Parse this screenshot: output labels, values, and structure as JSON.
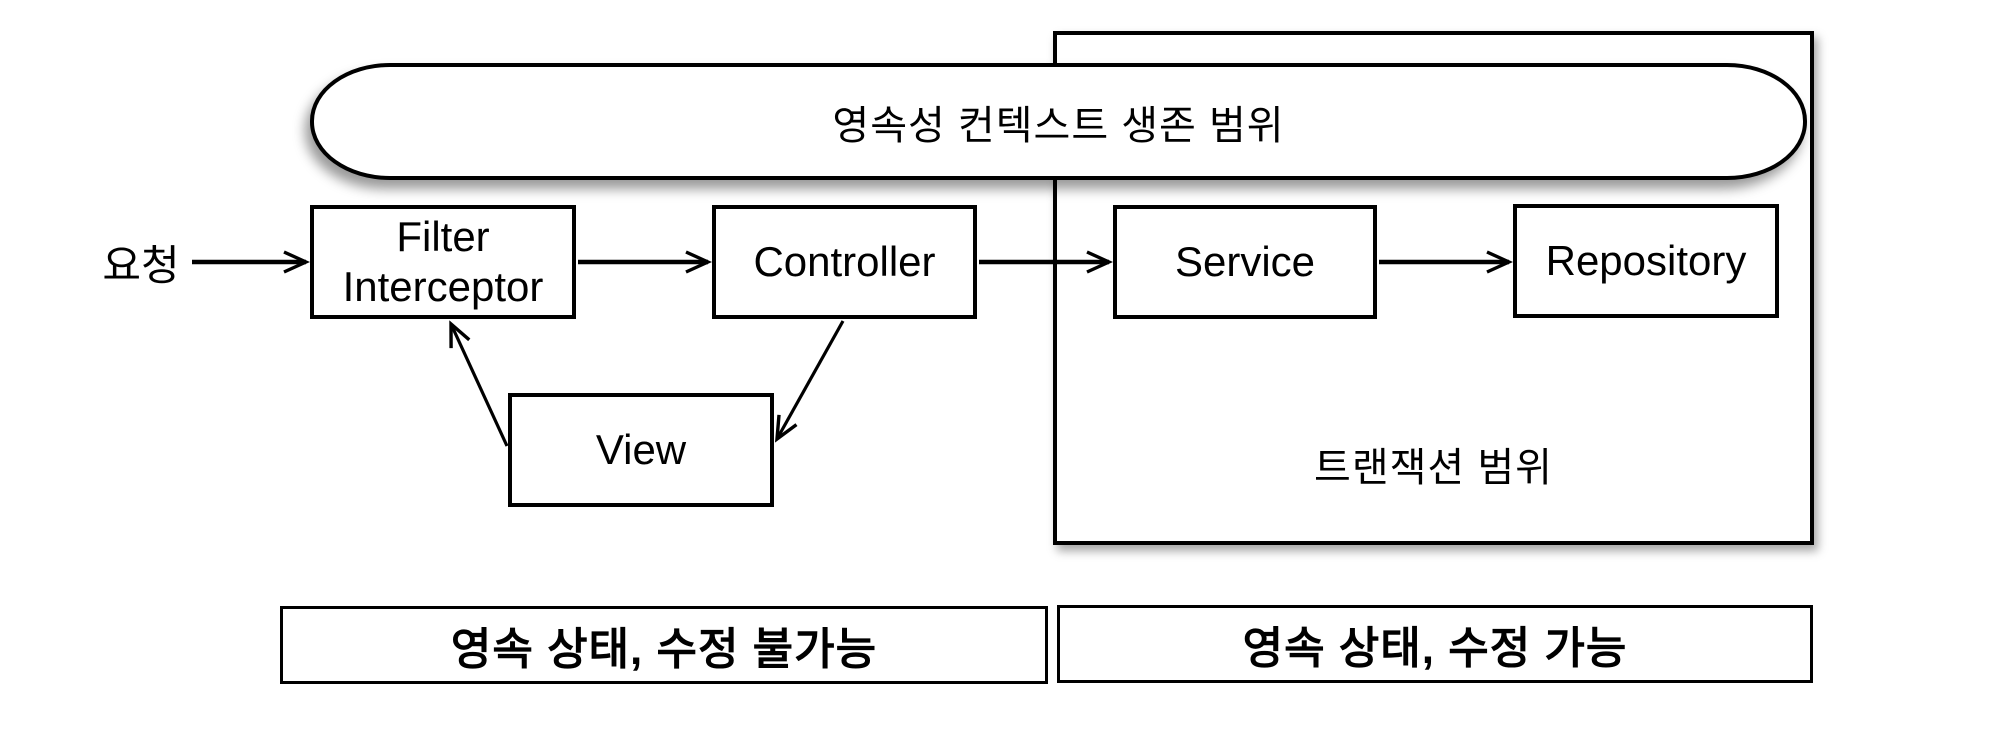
{
  "diagram": {
    "persistence_context": {
      "label": "영속성 컨텍스트 생존 범위"
    },
    "transaction_region": {
      "label": "트랜잭션 범위"
    },
    "request": {
      "label": "요청"
    },
    "nodes": {
      "filter_interceptor": {
        "line1": "Filter",
        "line2": "Interceptor"
      },
      "controller": {
        "label": "Controller"
      },
      "service": {
        "label": "Service"
      },
      "repository": {
        "label": "Repository"
      },
      "view": {
        "label": "View"
      }
    },
    "footers": {
      "left": {
        "label": "영속 상태, 수정 불가능"
      },
      "right": {
        "label": "영속 상태, 수정 가능"
      }
    },
    "edges": [
      {
        "from": "요청",
        "to": "Filter Interceptor"
      },
      {
        "from": "Filter Interceptor",
        "to": "Controller"
      },
      {
        "from": "Controller",
        "to": "Service"
      },
      {
        "from": "Service",
        "to": "Repository"
      },
      {
        "from": "Controller",
        "to": "View"
      },
      {
        "from": "View",
        "to": "Filter Interceptor"
      }
    ],
    "colors": {
      "line": "#000000",
      "background": "#ffffff",
      "text": "#000000"
    }
  }
}
